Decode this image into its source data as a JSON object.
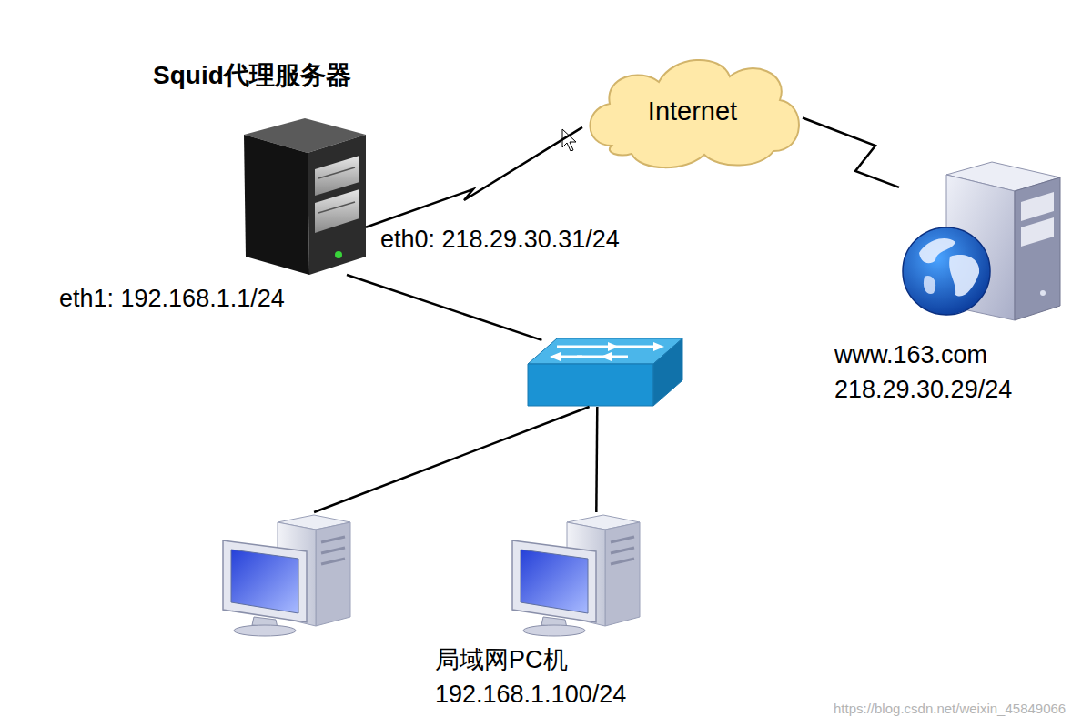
{
  "diagram": {
    "nodes": [
      {
        "text": [
          "Squid代理服务器"
        ]
      },
      {
        "text": [
          "Internet"
        ]
      },
      {
        "text": [
          "www.163.com",
          "218.29.30.29/24"
        ]
      },
      {
        "text": []
      },
      {
        "text": []
      },
      {
        "text": [
          "局域网PC机",
          "192.168.1.100/24"
        ]
      }
    ],
    "edges": [
      {
        "from": 0,
        "to": 1,
        "arrow": "none"
      },
      {
        "from": 1,
        "to": 2,
        "arrow": "none"
      },
      {
        "from": 0,
        "to": 3,
        "arrow": "none"
      },
      {
        "from": 3,
        "to": 4,
        "arrow": "none"
      },
      {
        "from": 3,
        "to": 5,
        "arrow": "none"
      }
    ],
    "labels": [
      "eth0: 218.29.30.31/24",
      "eth1: 192.168.1.1/24",
      "https://blog.csdn.net/weixin_45849066"
    ]
  }
}
